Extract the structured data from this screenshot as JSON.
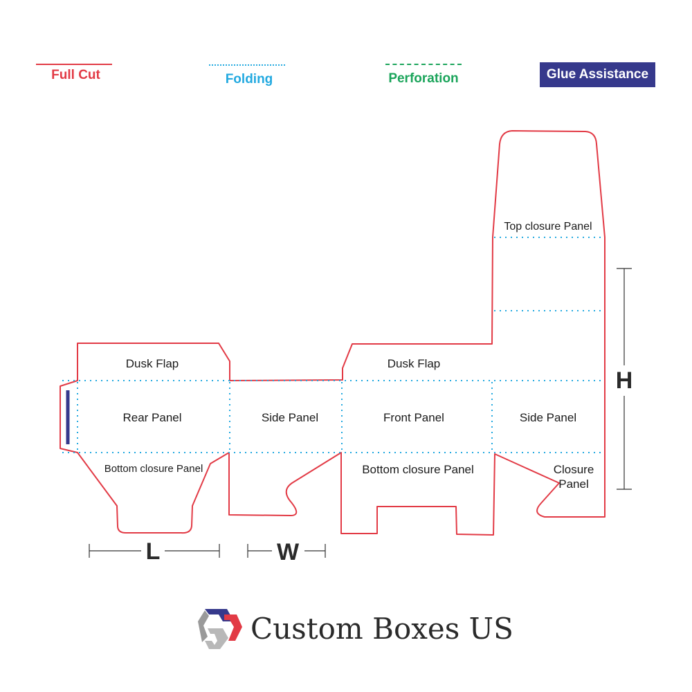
{
  "legend": {
    "full_cut": "Full Cut",
    "folding": "Folding",
    "perforation": "Perforation",
    "glue_assistance": "Glue Assistance"
  },
  "colors": {
    "cut": "#e23a45",
    "fold": "#22a9e0",
    "perforation": "#1aa45a",
    "glue": "#36398c",
    "text": "#1a1a1a"
  },
  "panels": {
    "rear_dusk_flap": "Dusk Flap",
    "rear_panel": "Rear Panel",
    "rear_bottom": "Bottom closure Panel",
    "side_panel_1": "Side Panel",
    "front_dusk_flap": "Dusk Flap",
    "front_panel": "Front Panel",
    "front_bottom": "Bottom closure Panel",
    "side_panel_2": "Side Panel",
    "top_closure": "Top closure Panel",
    "closure_line1": "Closure",
    "closure_line2": "Panel"
  },
  "dimensions": {
    "length": "L",
    "width": "W",
    "height": "H"
  },
  "brand": {
    "name": "Custom Boxes US",
    "logo_icon": "hexagon-box-logo-icon"
  }
}
